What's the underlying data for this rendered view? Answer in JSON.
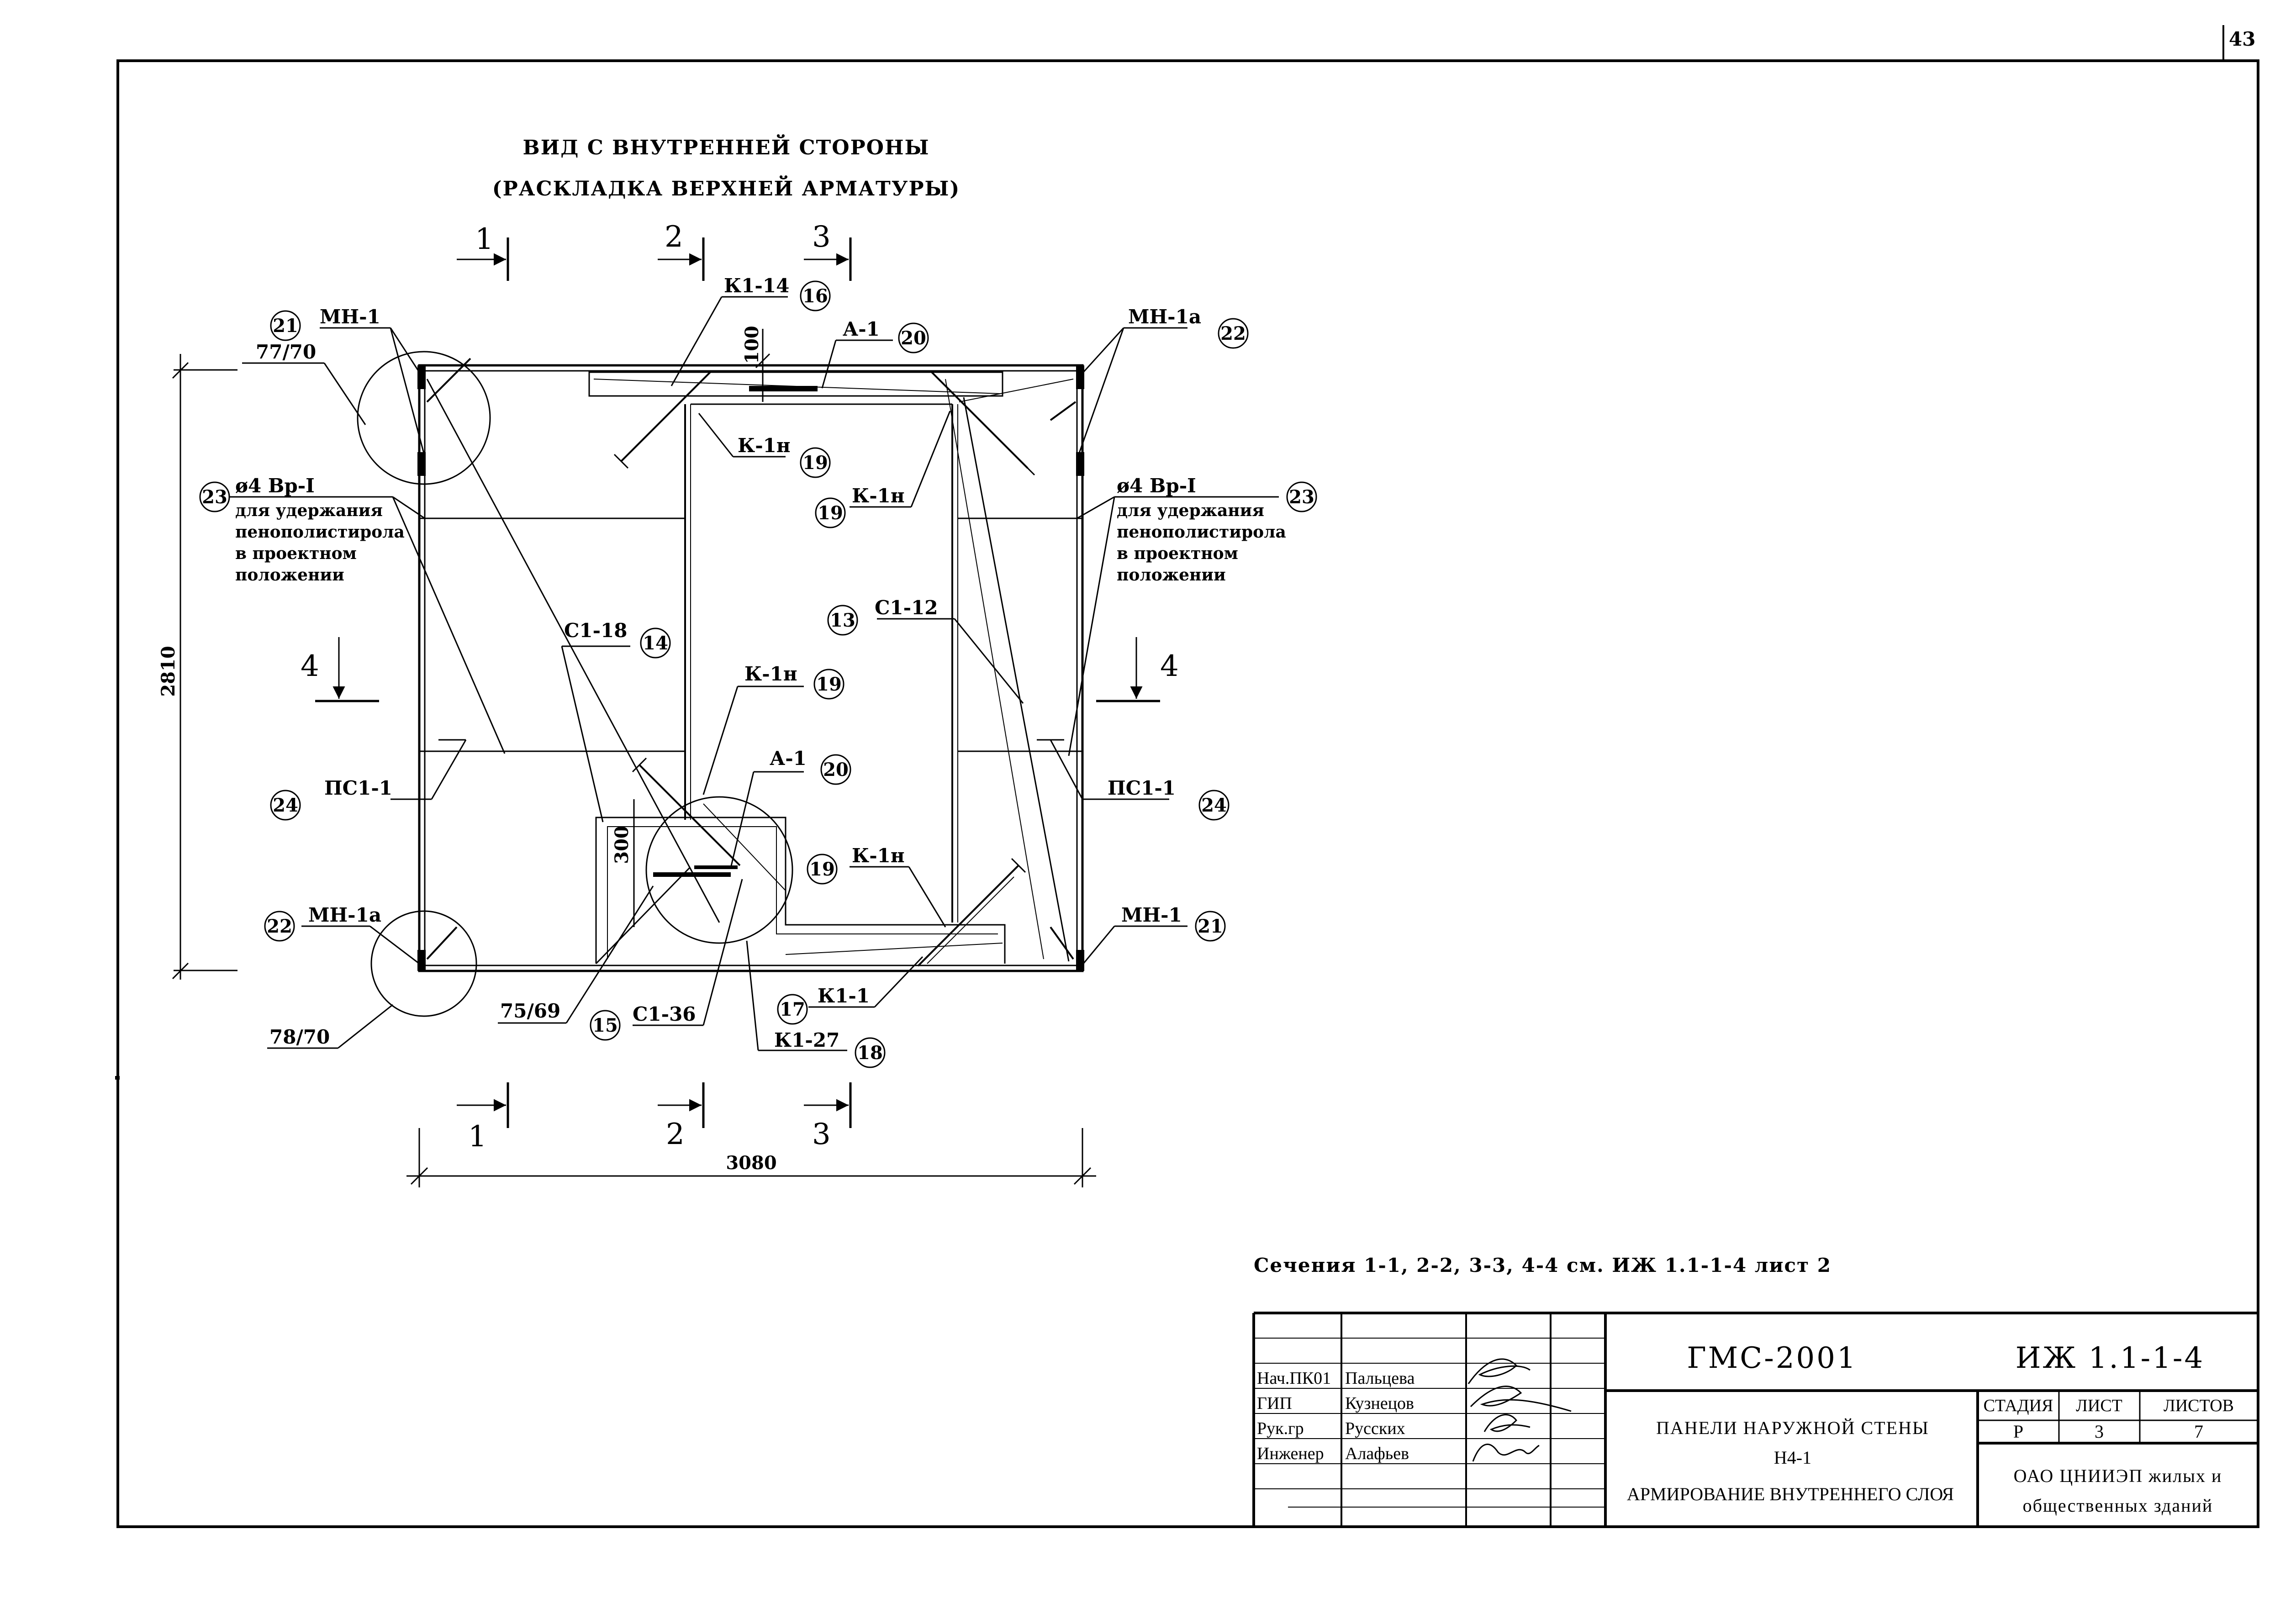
{
  "page_number": "43",
  "title": {
    "line1": "ВИД С ВНУТРЕННЕЙ СТОРОНЫ",
    "line2": "(РАСКЛАДКА ВЕРХНЕЙ АРМАТУРЫ)"
  },
  "dimensions": {
    "height": "2810",
    "width": "3080",
    "d100": "100",
    "d300": "300"
  },
  "sections": {
    "s1": "1",
    "s2": "2",
    "s3": "3",
    "s4": "4"
  },
  "labels": {
    "mn1": "МН-1",
    "mn1a": "МН-1а",
    "k114": "К1-14",
    "a1": "А-1",
    "k1n": "К-1н",
    "c118": "С1-18",
    "c112": "С1-12",
    "ps11": "ПС1-1",
    "c136": "С1-36",
    "k11": "К1-1",
    "k127": "К1-27",
    "r7770": "77/70",
    "r7870": "78/70",
    "r7569": "75/69",
    "rebar": "ø4 Вр-I",
    "note_line1": "для удержания",
    "note_line2": "пенополистирола",
    "note_line3": "в проектном",
    "note_line4": "положении"
  },
  "markers": {
    "m13": "13",
    "m14": "14",
    "m15": "15",
    "m16": "16",
    "m17": "17",
    "m18": "18",
    "m19": "19",
    "m20": "20",
    "m21": "21",
    "m22": "22",
    "m23": "23",
    "m24": "24"
  },
  "reference_note": "Сечения 1-1, 2-2, 3-3, 4-4 см. ИЖ 1.1-1-4 лист 2",
  "title_block": {
    "org_code": "ГМС-2001",
    "doc_code": "ИЖ 1.1-1-4",
    "project_line1": "ПАНЕЛИ НАРУЖНОЙ СТЕНЫ",
    "project_line2": "Н4-1",
    "project_line3": "АРМИРОВАНИЕ ВНУТРЕННЕГО СЛОЯ",
    "col_stage": "СТАДИЯ",
    "col_sheet": "ЛИСТ",
    "col_sheets": "ЛИСТОВ",
    "stage": "Р",
    "sheet": "3",
    "sheets": "7",
    "org_line1": "ОАО ЦНИИЭП жилых и",
    "org_line2": "общественных зданий",
    "staff": [
      {
        "role": "Нач.ПК01",
        "name": "Пальцева"
      },
      {
        "role": "ГИП",
        "name": "Кузнецов"
      },
      {
        "role": "Рук.гр",
        "name": "Русских"
      },
      {
        "role": "Инженер",
        "name": "Алафьев"
      }
    ]
  }
}
